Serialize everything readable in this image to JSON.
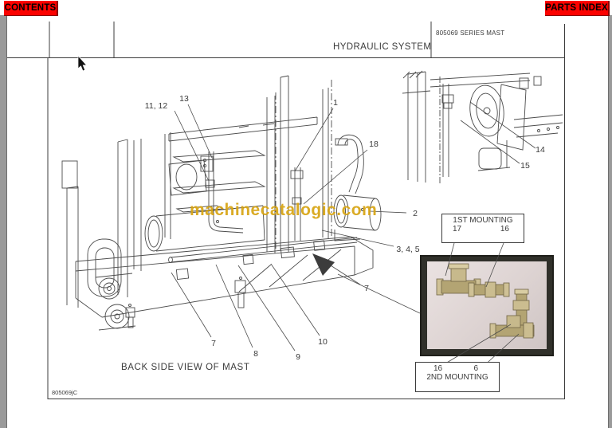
{
  "toolbar": {
    "contents_label": "CONTENTS",
    "parts_index_label": "PARTS INDEX"
  },
  "header": {
    "title": "HYDRAULIC SYSTEM",
    "series_label": "805069 SERIES MAST"
  },
  "diagram": {
    "caption": "BACK SIDE VIEW OF MAST",
    "doc_code": "805069jC",
    "watermark": "machinecatalogic.com",
    "callouts": [
      {
        "id": "11-12",
        "label": "11, 12"
      },
      {
        "id": "13",
        "label": "13"
      },
      {
        "id": "1",
        "label": "1"
      },
      {
        "id": "18",
        "label": "18"
      },
      {
        "id": "2",
        "label": "2"
      },
      {
        "id": "3-4-5",
        "label": "3, 4, 5"
      },
      {
        "id": "7-right",
        "label": "7"
      },
      {
        "id": "7-bottom",
        "label": "7"
      },
      {
        "id": "8",
        "label": "8"
      },
      {
        "id": "9",
        "label": "9"
      },
      {
        "id": "10",
        "label": "10"
      },
      {
        "id": "14",
        "label": "14"
      },
      {
        "id": "15",
        "label": "15"
      }
    ],
    "mounting_boxes": {
      "first": {
        "title": "1ST MOUNTING",
        "left_num": "17",
        "right_num": "16"
      },
      "second": {
        "left_num": "16",
        "right_num": "6",
        "title": "2ND MOUNTING"
      }
    }
  },
  "colors": {
    "button_red": "#fb0200",
    "watermark_gold": "#d7a413",
    "photo_frame": "#30302a",
    "photo_background": "#ddd3d2",
    "brass_fitting": "#b5a679",
    "line_color": "#4b4b4b"
  }
}
